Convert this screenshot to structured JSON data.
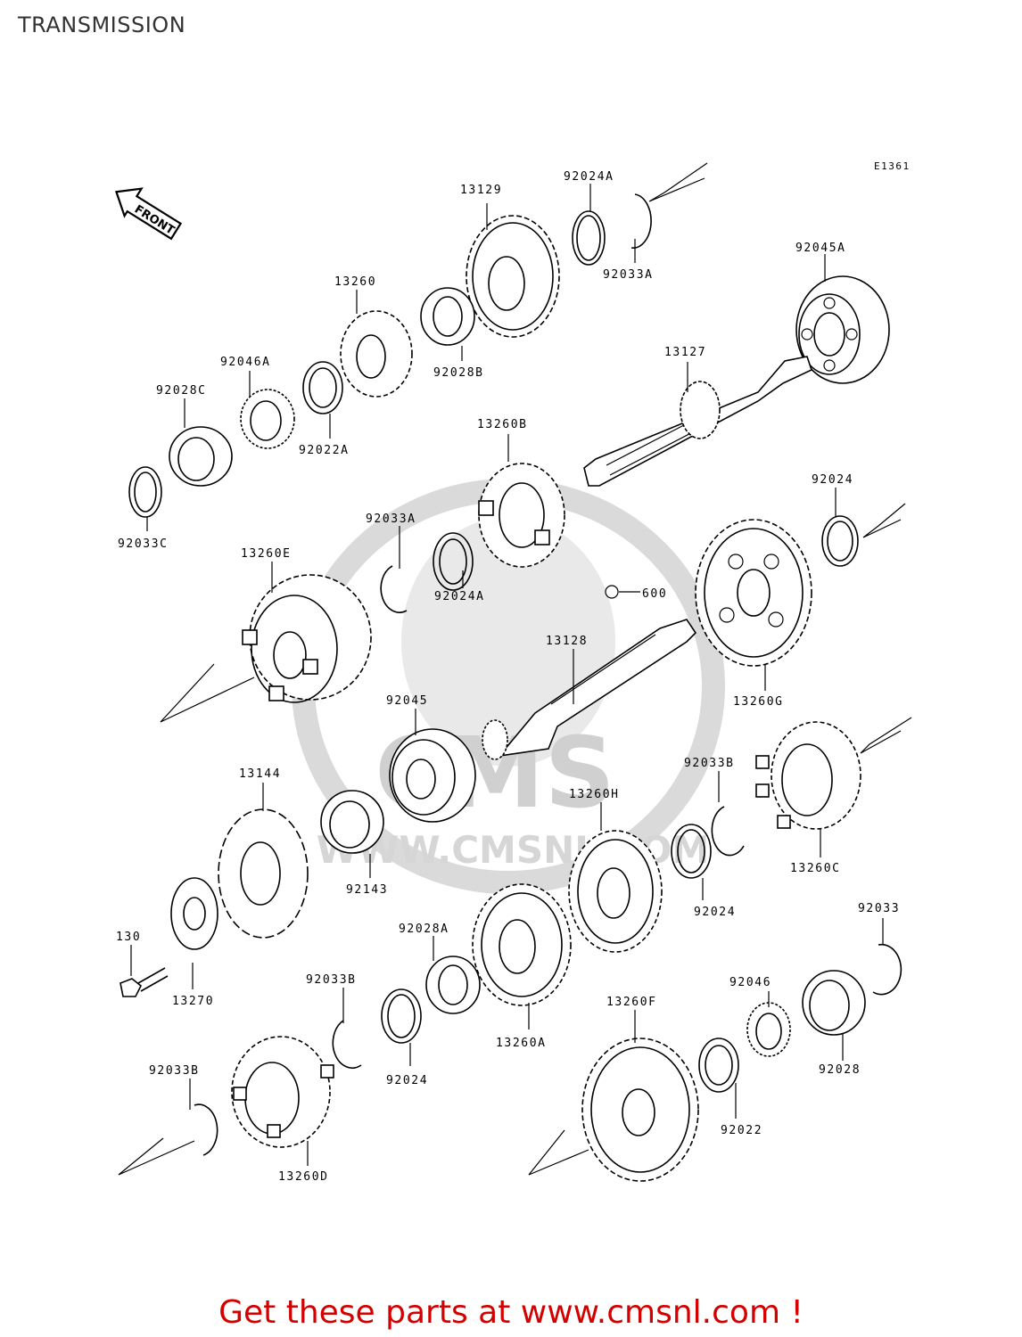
{
  "header": {
    "title": "TRANSMISSION"
  },
  "diagram": {
    "code": "E1361",
    "front_arrow_label": "FRONT",
    "watermark": {
      "text": "CMS",
      "url": "WWW.CMSNL.COM"
    },
    "parts": {
      "p13129": "13129",
      "p92024A_top": "92024A",
      "p92033A_top": "92033A",
      "p92045A": "92045A",
      "p13260": "13260",
      "p92046A": "92046A",
      "p92028C": "92028C",
      "p92028B": "92028B",
      "p92022A": "92022A",
      "p13127": "13127",
      "p92033C": "92033C",
      "p13260B": "13260B",
      "p92024_r": "92024",
      "p13260E": "13260E",
      "p92033A_mid": "92033A",
      "p92024A_mid": "92024A",
      "p600": "600",
      "p13128": "13128",
      "p13260G": "13260G",
      "p92045": "92045",
      "p13144": "13144",
      "p92033B_r": "92033B",
      "p13260H": "13260H",
      "p13260C": "13260C",
      "p92143": "92143",
      "p92024_mid": "92024",
      "p130": "130",
      "p92028A": "92028A",
      "p92033": "92033",
      "p13270": "13270",
      "p92033B_mid": "92033B",
      "p92046": "92046",
      "p13260A": "13260A",
      "p13260F": "13260F",
      "p92024_low": "92024",
      "p92033B_low": "92033B",
      "p92028": "92028",
      "p92022": "92022",
      "p13260D": "13260D"
    }
  },
  "footer": {
    "cta": "Get these parts at www.cmsnl.com !"
  },
  "colors": {
    "cta": "#d40000",
    "watermark": "#c8c8c8",
    "line": "#000000"
  }
}
